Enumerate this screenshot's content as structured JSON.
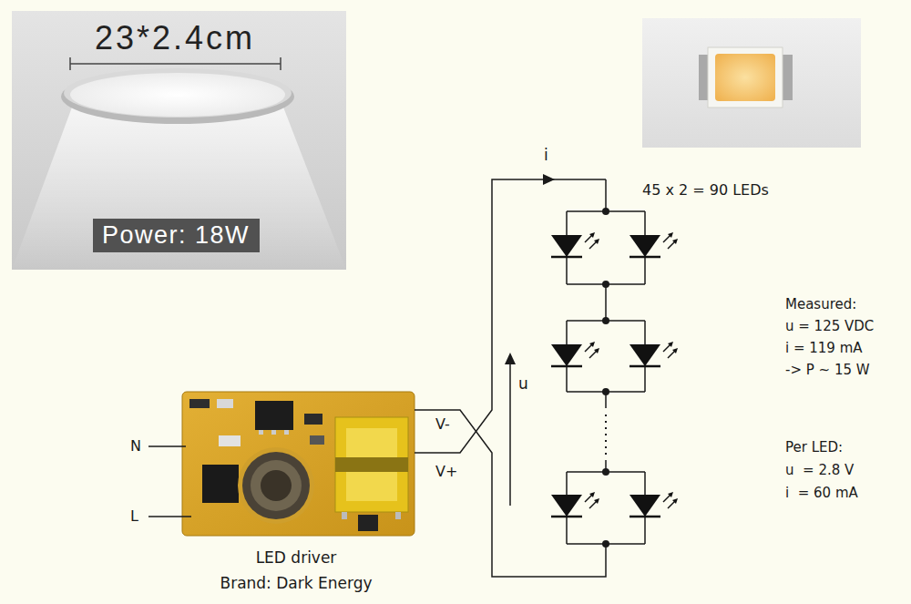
{
  "diagram": {
    "nodes": [
      {
        "text": [
          "23*2.4cm"
        ]
      },
      {
        "text": [
          "Power: 18W"
        ],
        "in": 0
      },
      {
        "text": [
          "LED driver",
          "Brand: Dark Energy"
        ]
      }
    ],
    "labels": [
      "N",
      "L",
      "V-",
      "V+",
      "i",
      "u",
      "45 x 2 = 90 LEDs",
      "Measured:",
      "u = 125 VDC",
      "i = 119 mA",
      "-> P ~ 15 W",
      "Per LED:",
      "u  = 2.8 V",
      "i  = 60 mA"
    ]
  }
}
